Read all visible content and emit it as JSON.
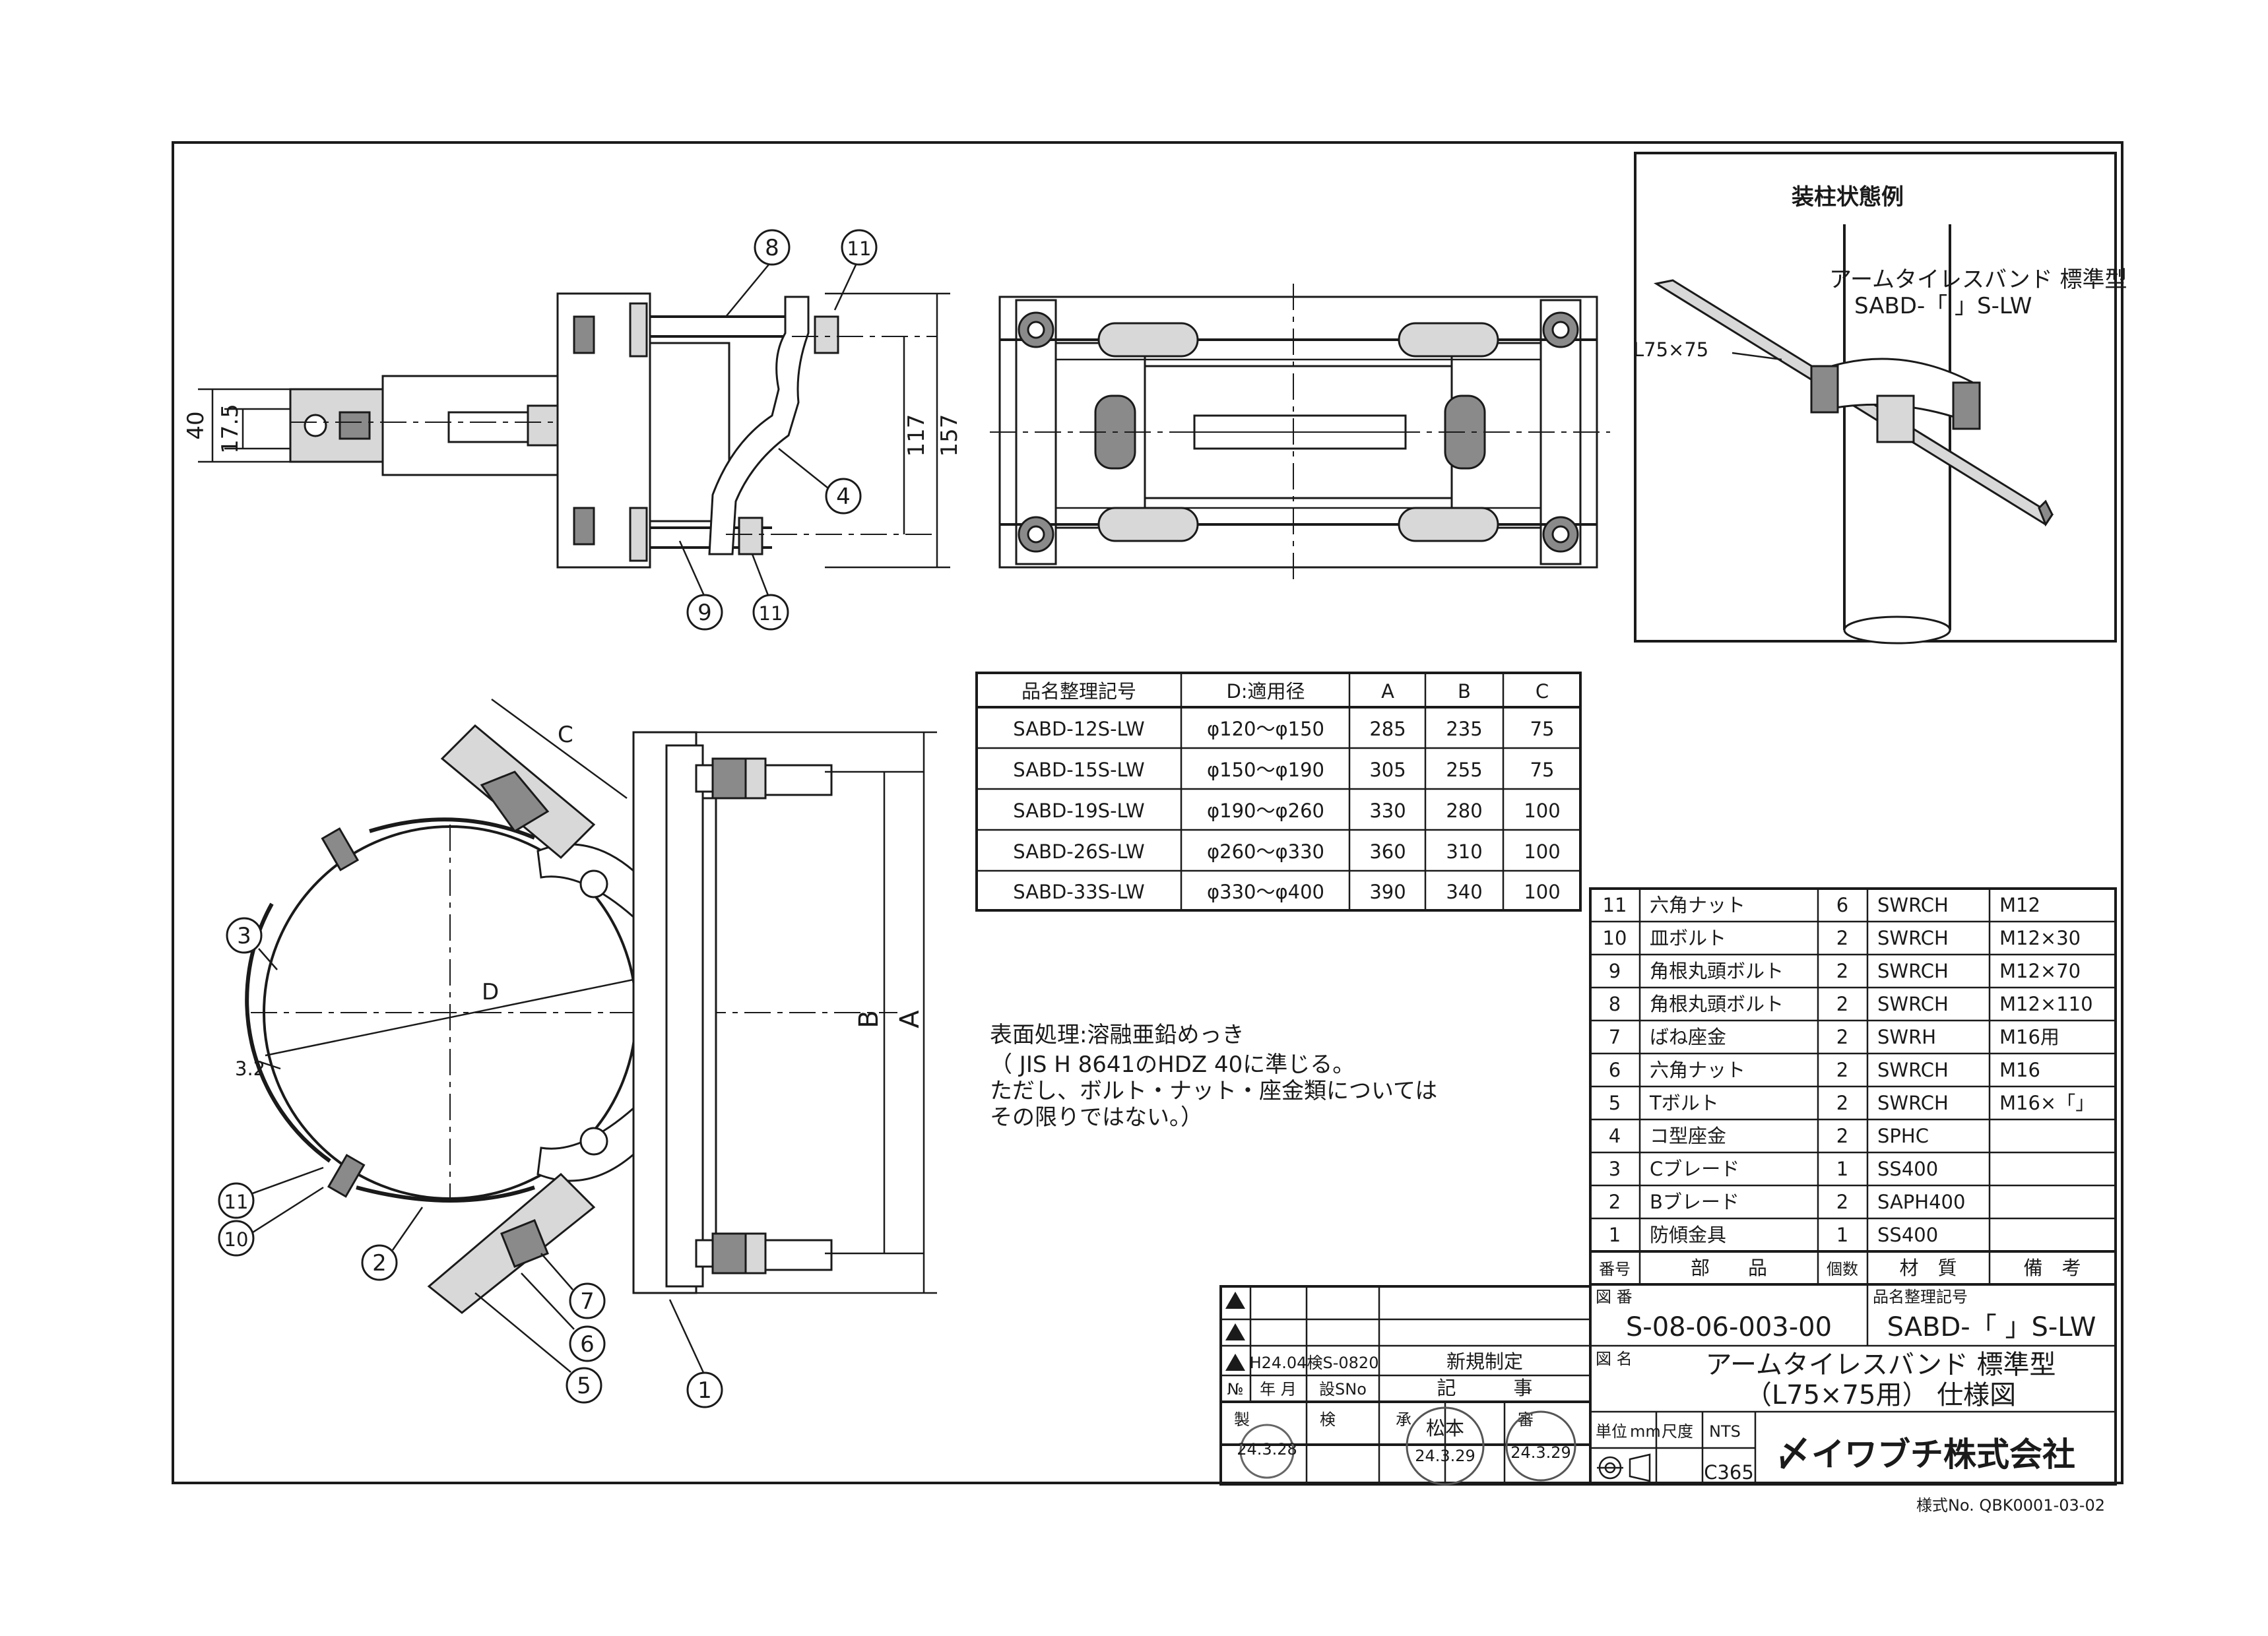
{
  "views": {
    "side": {
      "balloons": [
        "8",
        "11",
        "4",
        "9",
        "11"
      ],
      "dims": [
        "40",
        "17.5",
        "117",
        "157"
      ]
    },
    "front": {},
    "plan": {
      "balloons": [
        "3",
        "11",
        "10",
        "2",
        "7",
        "6",
        "5",
        "1"
      ],
      "labels": {
        "c": "C",
        "d": "D",
        "b": "B",
        "a": "A",
        "t": "3.2"
      }
    }
  },
  "install": {
    "title": "装柱状態例",
    "product": "アームタイレスバンド 標準型",
    "model": "SABD-「 」S-LW",
    "angle": "L75×75"
  },
  "size_table": {
    "headers": [
      "品名整理記号",
      "D:適用径",
      "A",
      "B",
      "C"
    ],
    "rows": [
      [
        "SABD-12S-LW",
        "φ120～φ150",
        "285",
        "235",
        "75"
      ],
      [
        "SABD-15S-LW",
        "φ150～φ190",
        "305",
        "255",
        "75"
      ],
      [
        "SABD-19S-LW",
        "φ190～φ260",
        "330",
        "280",
        "100"
      ],
      [
        "SABD-26S-LW",
        "φ260～φ330",
        "360",
        "310",
        "100"
      ],
      [
        "SABD-33S-LW",
        "φ330～φ400",
        "390",
        "340",
        "100"
      ]
    ]
  },
  "notes": {
    "line1": "表面処理:溶融亜鉛めっき",
    "line2": "（ JIS H 8641のHDZ 40に準じる。",
    "line3": "ただし、ボルト・ナット・座金類については",
    "line4": "その限りではない。）"
  },
  "parts": {
    "rows": [
      [
        "11",
        "六角ナット",
        "6",
        "SWRCH",
        "M12"
      ],
      [
        "10",
        "皿ボルト",
        "2",
        "SWRCH",
        "M12×30"
      ],
      [
        "9",
        "角根丸頭ボルト",
        "2",
        "SWRCH",
        "M12×70"
      ],
      [
        "8",
        "角根丸頭ボルト",
        "2",
        "SWRCH",
        "M12×110"
      ],
      [
        "7",
        "ばね座金",
        "2",
        "SWRH",
        "M16用"
      ],
      [
        "6",
        "六角ナット",
        "2",
        "SWRCH",
        "M16"
      ],
      [
        "5",
        "Tボルト",
        "2",
        "SWRCH",
        "M16×「」"
      ],
      [
        "4",
        "コ型座金",
        "2",
        "SPHC",
        ""
      ],
      [
        "3",
        "Cブレード",
        "1",
        "SS400",
        ""
      ],
      [
        "2",
        "Bブレード",
        "2",
        "SAPH400",
        ""
      ],
      [
        "1",
        "防傾金具",
        "1",
        "SS400",
        ""
      ]
    ],
    "footer": [
      "番号",
      "部　　品",
      "個数",
      "材　質",
      "備　考"
    ]
  },
  "title_block": {
    "zu_ban_label": "図 番",
    "zu_ban": "S-08-06-003-00",
    "model_label": "品名整理記号",
    "model": "SABD-「 」S-LW",
    "zu_mei_label": "図 名",
    "name1": "アームタイレスバンド 標準型",
    "name2": "（L75×75用） 仕様図",
    "rev_date": "H24.04",
    "rev_no": "検S-0820",
    "rev_text": "新規制定",
    "rev_header": [
      "№",
      "年 月",
      "設SNo",
      "記　　　事"
    ],
    "sign_labels": [
      "製",
      "検",
      "承",
      "審"
    ],
    "stamp_date1": "24.3.28",
    "stamp_name": "松本",
    "stamp_date2": "24.3.29",
    "stamp_date3": "24.3.29",
    "unit_label": "単位",
    "unit": "mm",
    "scale_label": "尺度",
    "scale": "NTS",
    "code": "C365",
    "company": "イワブチ株式会社",
    "company_mark": "〆",
    "form_no": "様式No. QBK0001-03-02"
  }
}
